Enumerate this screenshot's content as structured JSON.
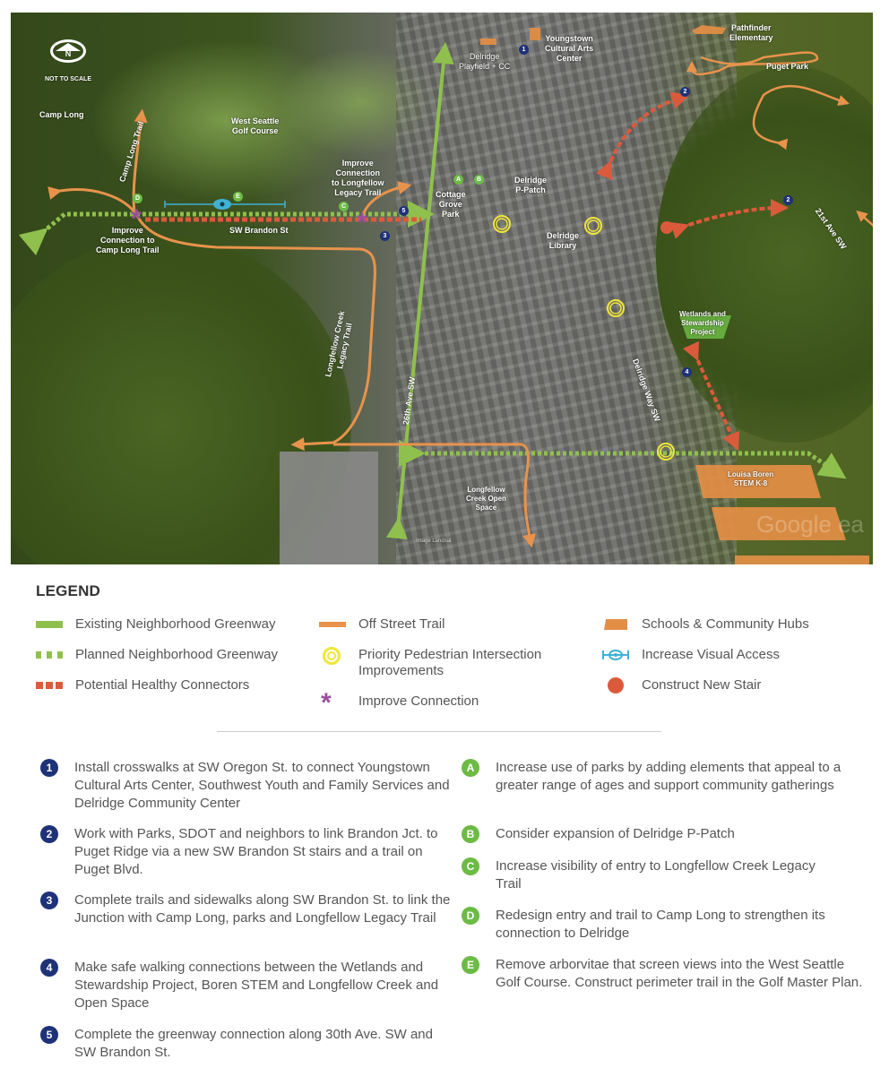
{
  "map": {
    "north_arrow": {
      "letter": "N",
      "caption": "NOT TO SCALE"
    },
    "labels": {
      "camp_long": "Camp Long",
      "golf_course": "West Seattle\nGolf Course",
      "improve_camp_long": "Improve\nConnection to\nCamp Long Trail",
      "camp_long_trail": "Camp Long Trail",
      "sw_brandon": "SW Brandon St",
      "improve_longfellow": "Improve\nConnection\nto Longfellow\nLegacy Trail",
      "delridge_playfield": "Delridge\nPlayfield + CC",
      "youngstown": "Youngstown\nCultural Arts\nCenter",
      "pathfinder": "Pathfinder\nElementary",
      "puget_park": "Puget Park",
      "cottage_grove": "Cottage\nGrove\nPark",
      "delridge_ppatch": "Delridge\nP-Patch",
      "delridge_library": "Delridge\nLibrary",
      "ave_21st": "21st Ave SW",
      "wetlands": "Wetlands and\nStewardship\nProject",
      "longfellow_legacy": "Longfellow Creek\nLegacy Trail",
      "ave_26th": "26th Ave SW",
      "delridge_way": "Delridge Way SW",
      "longfellow_open": "Longfellow\nCreek Open\nSpace",
      "louisa_boren": "Louisa Boren\nSTEM K-8",
      "imagery_credit": "Image Landsat",
      "watermark": "Google ea"
    },
    "markers": {
      "n1": "1",
      "n2a": "2",
      "n2b": "2",
      "n3": "3",
      "n4": "4",
      "n5": "5",
      "la": "A",
      "lb": "B",
      "lc": "C",
      "ld": "D",
      "le": "E"
    }
  },
  "legend": {
    "title": "LEGEND",
    "items": [
      {
        "label": "Existing Neighborhood Greenway",
        "swatch": "solid-green",
        "color": "#8fc04d"
      },
      {
        "label": "Planned Neighborhood Greenway",
        "swatch": "dotted-green",
        "color": "#8fc04d"
      },
      {
        "label": "Potential Healthy Connectors",
        "swatch": "dotted-red",
        "color": "#db5a3c"
      },
      {
        "label": "Off Street Trail",
        "swatch": "orange-line",
        "color": "#e8934c"
      },
      {
        "label": "Priority Pedestrian Intersection Improvements",
        "swatch": "yellow-ring",
        "color": "#f0e63a"
      },
      {
        "label": "Improve Connection",
        "swatch": "purple-asterisk",
        "color": "#9b4e9f"
      },
      {
        "label": "Schools & Community Hubs",
        "swatch": "orange-block",
        "color": "#e28e45"
      },
      {
        "label": "Increase Visual Access",
        "swatch": "blue-eye",
        "color": "#3fb1d6"
      },
      {
        "label": "Construct New Stair",
        "swatch": "red-dot",
        "color": "#db5a3c"
      }
    ]
  },
  "recommendations": {
    "numbered": [
      {
        "marker": "1",
        "text": "Install crosswalks at SW Oregon St. to connect Youngstown Cultural Arts Center, Southwest Youth and Family Services and Delridge Community Center"
      },
      {
        "marker": "2",
        "text": "Work with Parks, SDOT and neighbors to link Brandon Jct. to Puget Ridge via a new SW Brandon St stairs and a trail on Puget Blvd."
      },
      {
        "marker": "3",
        "text": "Complete trails and sidewalks along SW Brandon St. to link the Junction with Camp Long, parks and Longfellow Legacy Trail"
      },
      {
        "marker": "4",
        "text": "Make safe walking connections between the Wetlands and Stewardship Project, Boren STEM and Longfellow Creek and Open Space"
      },
      {
        "marker": "5",
        "text": "Complete the greenway connection along 30th Ave. SW and SW Brandon St."
      }
    ],
    "lettered": [
      {
        "marker": "A",
        "text": "Increase use of parks by adding elements that appeal to a greater range of ages and support community gatherings"
      },
      {
        "marker": "B",
        "text": "Consider expansion of Delridge P-Patch"
      },
      {
        "marker": "C",
        "text": "Increase visibility of entry to Longfellow Creek Legacy Trail"
      },
      {
        "marker": "D",
        "text": "Redesign entry and trail to Camp Long to strengthen its connection to Delridge"
      },
      {
        "marker": "E",
        "text": "Remove arborvitae that screen views into the West Seattle Golf Course. Construct perimeter trail in the Golf Master Plan."
      }
    ]
  },
  "colors": {
    "numbered_marker": "#1e3278",
    "lettered_marker": "#6cbb45",
    "greenway": "#8fc04d",
    "connector": "#db5a3c",
    "trail": "#e8934c",
    "intersection": "#f0e63a",
    "improve": "#9b4e9f",
    "visual_access": "#3fb1d6"
  }
}
